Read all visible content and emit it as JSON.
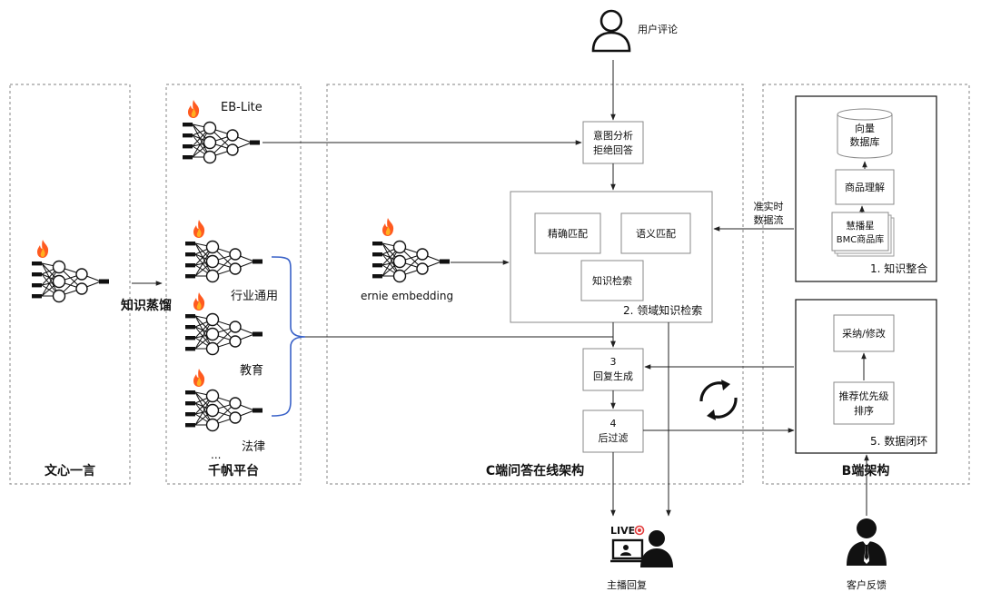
{
  "sections": {
    "wenxin": "文心一言",
    "qianfan": "千帆平台",
    "c_arch": "C端问答在线架构",
    "b_arch": "B端架构"
  },
  "distill_label": "知识蒸馏",
  "qianfan_models": {
    "eb_lite": "EB-Lite",
    "industry": "行业通用",
    "education": "教育",
    "law": "法律",
    "more": "..."
  },
  "ernie_label": "ernie embedding",
  "user_review": "用户评论",
  "intent_box": [
    "意图分析",
    "拒绝回答"
  ],
  "retrieval": {
    "exact": "精确匹配",
    "semantic": "语义匹配",
    "knowledge": "知识检索",
    "title": "2. 领域知识检索"
  },
  "reply_gen": [
    "3",
    "回复生成"
  ],
  "post_filter": [
    "4",
    "后过滤"
  ],
  "knowledge_panel": {
    "vector_db": [
      "向量",
      "数据库"
    ],
    "product_understanding": "商品理解",
    "product_lib": [
      "慧播星",
      "BMC商品库"
    ],
    "title": "1. 知识整合"
  },
  "realtime_flow": [
    "准实时",
    "数据流"
  ],
  "loop_panel": {
    "adopt": "采纳/修改",
    "rank": [
      "推荐优先级",
      "排序"
    ],
    "title": "5. 数据闭环"
  },
  "live_badge": "LIVE",
  "host_reply": "主播回复",
  "customer_feedback": "客户反馈",
  "colors": {
    "flame": "#ff5a1f",
    "flame_inner": "#ffb020",
    "bracket": "#3a62c8"
  },
  "icons": [
    "fire-icon",
    "neural-network-icon",
    "user-icon",
    "live-host-icon",
    "customer-icon",
    "refresh-cycle-icon"
  ]
}
